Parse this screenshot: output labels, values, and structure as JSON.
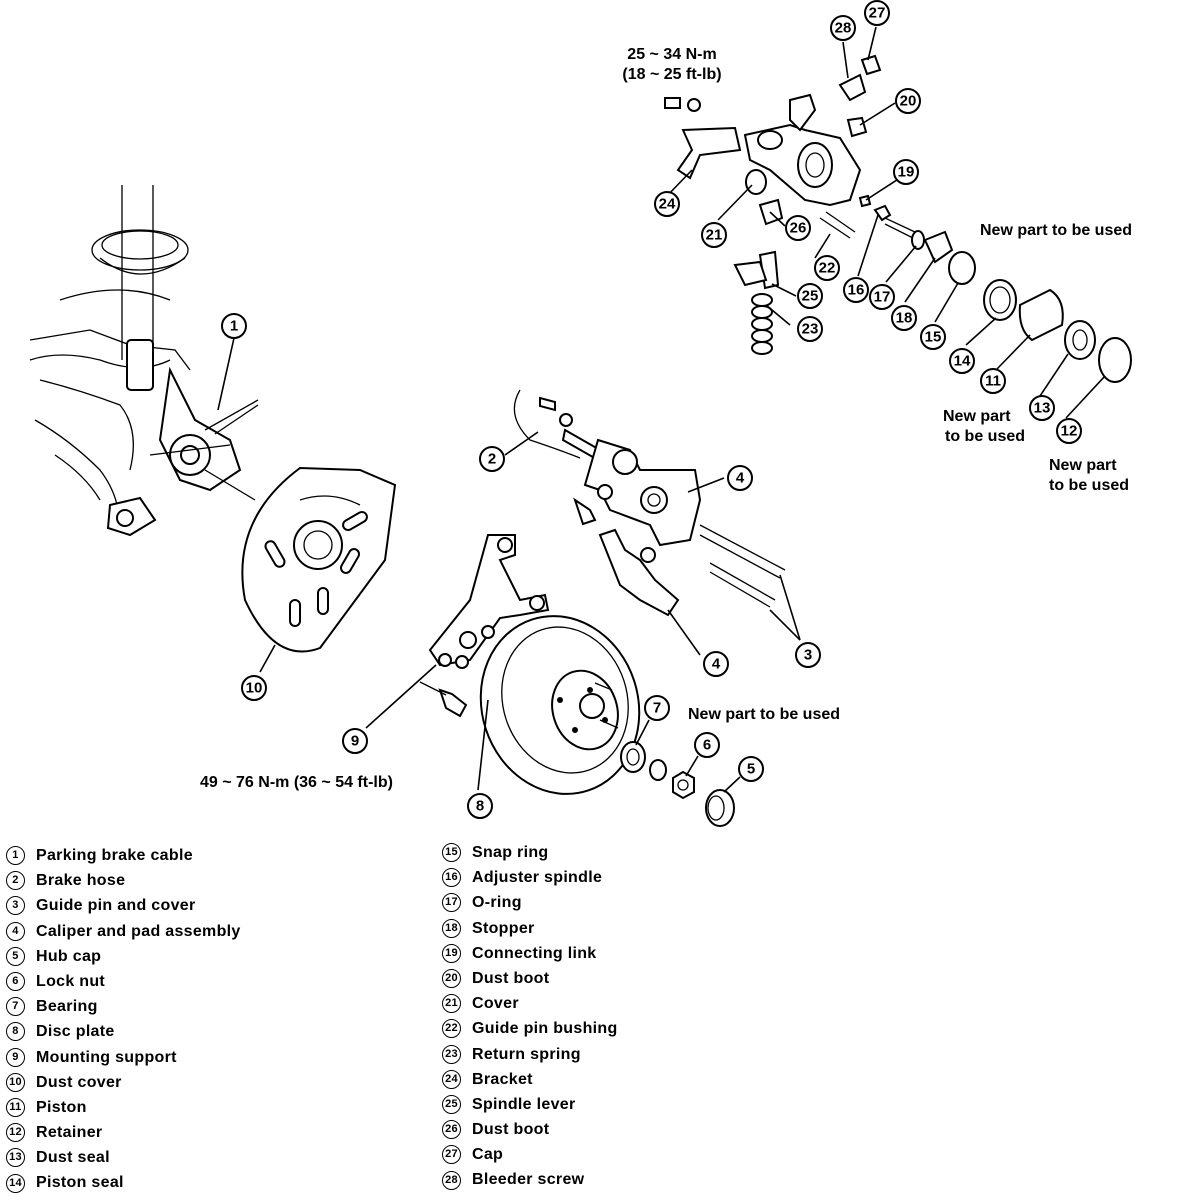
{
  "torque_notes": {
    "caliper_bolt_line1": "25 ~ 34 N-m",
    "caliper_bolt_line2": "(18 ~ 25 ft-lb)",
    "support_bolt": "49 ~ 76 N-m (36 ~ 54 ft-lb)"
  },
  "new_part_notes": {
    "top_right": "New part to be used",
    "seal_line1": "New part",
    "seal_line2": "to be used",
    "retainer_line1": "New part",
    "retainer_line2": "to be used",
    "bearing": "New part to be used"
  },
  "callouts": [
    "1",
    "2",
    "3",
    "4",
    "4",
    "5",
    "6",
    "7",
    "8",
    "9",
    "10",
    "11",
    "12",
    "13",
    "14",
    "15",
    "16",
    "17",
    "18",
    "19",
    "20",
    "21",
    "22",
    "23",
    "24",
    "25",
    "26",
    "27",
    "28"
  ],
  "legend_left": [
    {
      "num": "1",
      "label": "Parking brake cable"
    },
    {
      "num": "2",
      "label": "Brake hose"
    },
    {
      "num": "3",
      "label": "Guide pin and cover"
    },
    {
      "num": "4",
      "label": "Caliper and pad assembly"
    },
    {
      "num": "5",
      "label": "Hub cap"
    },
    {
      "num": "6",
      "label": "Lock nut"
    },
    {
      "num": "7",
      "label": "Bearing"
    },
    {
      "num": "8",
      "label": "Disc plate"
    },
    {
      "num": "9",
      "label": "Mounting support"
    },
    {
      "num": "10",
      "label": "Dust cover"
    },
    {
      "num": "11",
      "label": "Piston"
    },
    {
      "num": "12",
      "label": "Retainer"
    },
    {
      "num": "13",
      "label": "Dust seal"
    },
    {
      "num": "14",
      "label": "Piston seal"
    }
  ],
  "legend_right": [
    {
      "num": "15",
      "label": "Snap ring"
    },
    {
      "num": "16",
      "label": "Adjuster spindle"
    },
    {
      "num": "17",
      "label": "O-ring"
    },
    {
      "num": "18",
      "label": "Stopper"
    },
    {
      "num": "19",
      "label": "Connecting link"
    },
    {
      "num": "20",
      "label": "Dust boot"
    },
    {
      "num": "21",
      "label": "Cover"
    },
    {
      "num": "22",
      "label": "Guide pin bushing"
    },
    {
      "num": "23",
      "label": "Return spring"
    },
    {
      "num": "24",
      "label": "Bracket"
    },
    {
      "num": "25",
      "label": "Spindle lever"
    },
    {
      "num": "26",
      "label": "Dust boot"
    },
    {
      "num": "27",
      "label": "Cap"
    },
    {
      "num": "28",
      "label": "Bleeder screw"
    }
  ]
}
